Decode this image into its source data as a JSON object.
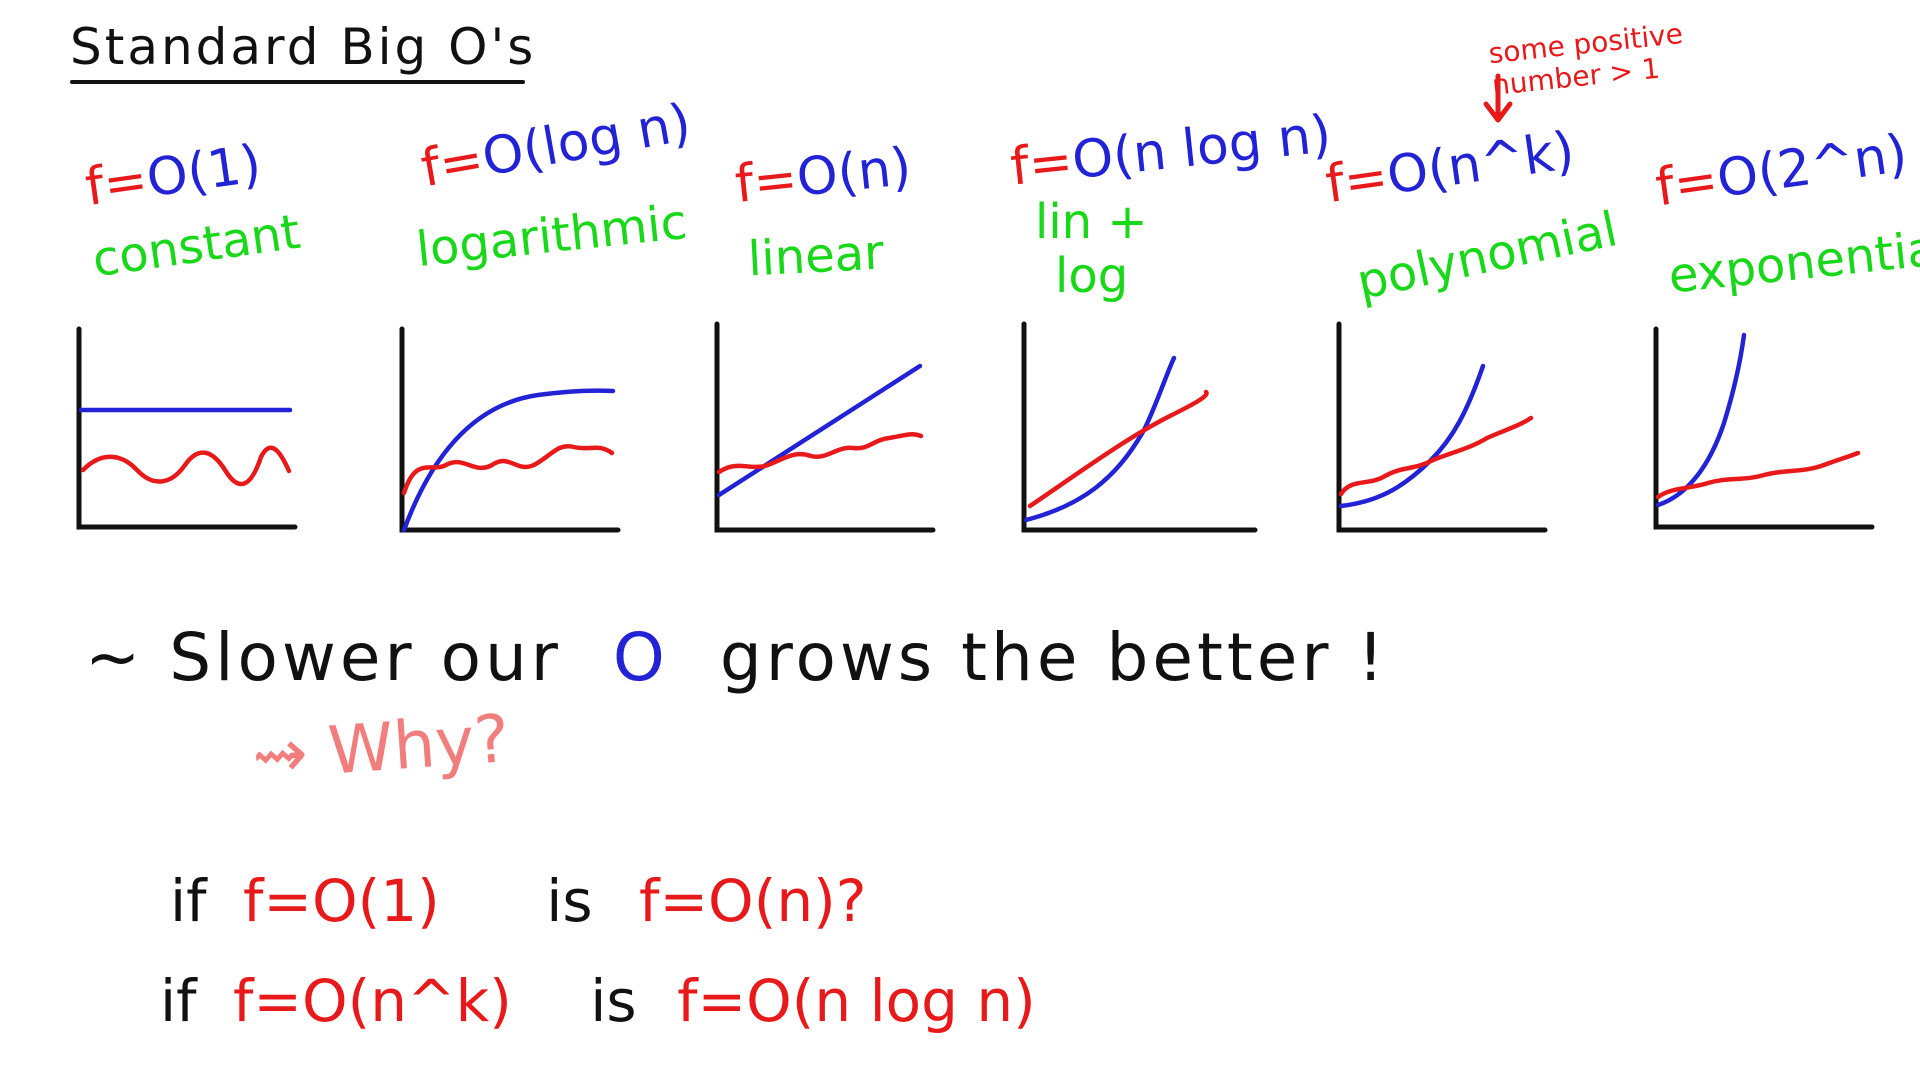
{
  "title": "Standard Big O's",
  "annotation": {
    "text": "some positive\nnumber > 1"
  },
  "columns": [
    {
      "formula_prefix": "f=",
      "formula_big": "O(1)",
      "name": "constant",
      "name_line2": ""
    },
    {
      "formula_prefix": "f=",
      "formula_big": "O(log n)",
      "name": "logarithmic",
      "name_line2": ""
    },
    {
      "formula_prefix": "f=",
      "formula_big": "O(n)",
      "name": "linear",
      "name_line2": ""
    },
    {
      "formula_prefix": "f=",
      "formula_big": "O(n log n)",
      "name": "lin +",
      "name_line2": "log"
    },
    {
      "formula_prefix": "f=",
      "formula_big": "O(n^k)",
      "name": "polynomial",
      "name_line2": ""
    },
    {
      "formula_prefix": "f=",
      "formula_big": "O(2^n)",
      "name": "exponential",
      "name_line2": ""
    }
  ],
  "statement": {
    "prefix": "~ Slower our",
    "symbol": "O",
    "suffix": "grows the better !"
  },
  "why": "⇝ Why?",
  "questions": [
    {
      "if": "if",
      "left": "f=O(1)",
      "is": "is",
      "right": "f=O(n)?"
    },
    {
      "if": "if",
      "left": "f=O(n^k)",
      "is": "is",
      "right": "f=O(n log n)"
    }
  ],
  "colors": {
    "f_and_function": "#e8191a",
    "big_o_bound": "#2323d6",
    "names": "#19d719",
    "why": "#f27d7d",
    "text": "#111111"
  },
  "chart_data": [
    {
      "type": "line",
      "name": "constant",
      "series": [
        {
          "color": "#2323d6",
          "shape": "flat"
        },
        {
          "color": "#e8191a",
          "shape": "wavy flat"
        }
      ]
    },
    {
      "type": "line",
      "name": "logarithmic",
      "series": [
        {
          "color": "#2323d6",
          "shape": "log curve"
        },
        {
          "color": "#e8191a",
          "shape": "wavy flat"
        }
      ]
    },
    {
      "type": "line",
      "name": "linear",
      "series": [
        {
          "color": "#2323d6",
          "shape": "straight line"
        },
        {
          "color": "#e8191a",
          "shape": "wavy slightly rising"
        }
      ]
    },
    {
      "type": "line",
      "name": "lin + log",
      "series": [
        {
          "color": "#2323d6",
          "shape": "n log n curve"
        },
        {
          "color": "#e8191a",
          "shape": "straight line"
        }
      ]
    },
    {
      "type": "line",
      "name": "polynomial",
      "series": [
        {
          "color": "#2323d6",
          "shape": "polynomial curve"
        },
        {
          "color": "#e8191a",
          "shape": "wavy rising"
        }
      ]
    },
    {
      "type": "line",
      "name": "exponential",
      "series": [
        {
          "color": "#2323d6",
          "shape": "exponential curve"
        },
        {
          "color": "#e8191a",
          "shape": "wavy slightly rising"
        }
      ]
    }
  ]
}
